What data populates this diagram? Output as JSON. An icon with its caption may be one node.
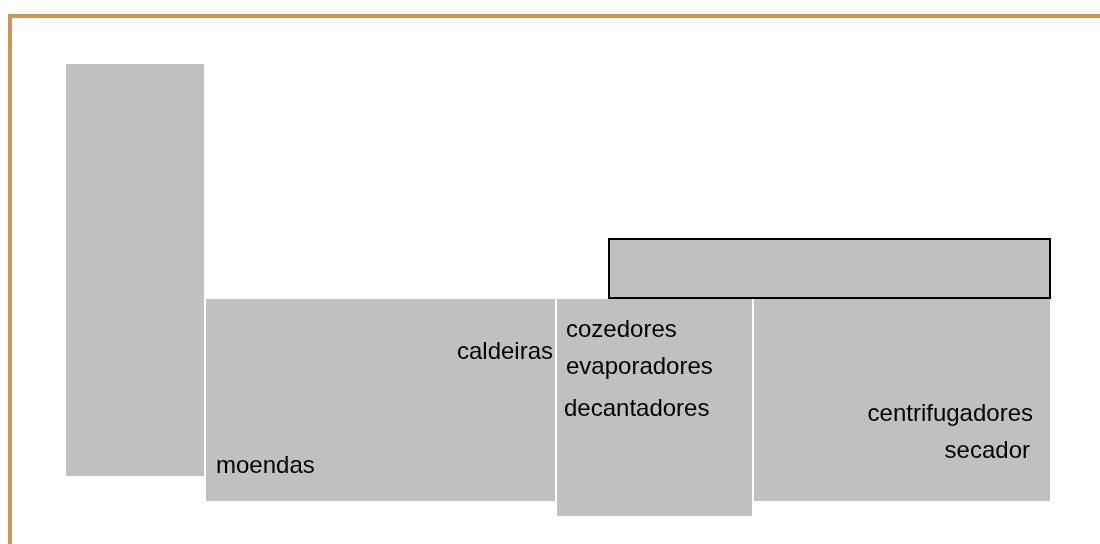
{
  "diagram": {
    "nodes": [
      {
        "text": [],
        "shape": "box"
      },
      {
        "text": [],
        "shape": "box"
      },
      {
        "text": [
          "moendas",
          "caldeiras"
        ]
      },
      {
        "text": [
          "cozedores",
          "evaporadores",
          "decantadores"
        ]
      },
      {
        "text": [
          "centrifugadores",
          "secador"
        ]
      }
    ],
    "edges": []
  }
}
